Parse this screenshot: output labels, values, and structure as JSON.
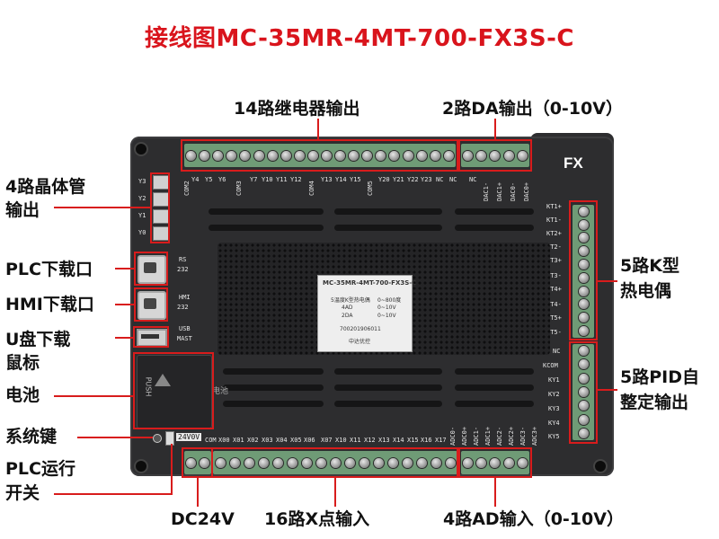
{
  "title": "接线图MC-35MR-4MT-700-FX3S-C",
  "callouts": {
    "relay_out": "14路继电器输出",
    "da_out": "2路DA输出（0-10V）",
    "transistor_out_line1": "4路晶体管",
    "transistor_out_line2": "输出",
    "plc_download": "PLC下载口",
    "hmi_download": "HMI下载口",
    "udisk_line1": "U盘下载",
    "udisk_line2": "鼠标",
    "battery": "电池",
    "system_key": "系统键",
    "plc_run_line1": "PLC运行",
    "plc_run_line2": "开关",
    "thermocouple_line1": "5路K型",
    "thermocouple_line2": "热电偶",
    "pid_line1": "5路PID自",
    "pid_line2": "整定输出",
    "dc24v": "DC24V",
    "x_inputs": "16路X点输入",
    "ad_in": "4路AD输入（0-10V）"
  },
  "device": {
    "brand_block": "FX",
    "top_terminals": [
      "COM2",
      "Y4",
      "Y5",
      "Y6",
      "COM3",
      "Y7",
      "Y10",
      "Y11",
      "Y12",
      "COM4",
      "Y13",
      "Y14",
      "Y15",
      "COM5",
      "Y20",
      "Y21",
      "Y22",
      "Y23",
      "NC",
      "NC"
    ],
    "da_terminals": [
      "DAC1-",
      "DAC1+",
      "DAC0-",
      "DAC0+"
    ],
    "dac_nc": "NC",
    "right_terminals_tc": [
      "KT1+",
      "KT1-",
      "KT2+",
      "KT2-",
      "KT3+",
      "KT3-",
      "KT4+",
      "KT4-",
      "KT5+",
      "KT5-"
    ],
    "right_terminals_pid": [
      "NC",
      "KCOM",
      "KY1",
      "KY2",
      "KY3",
      "KY4",
      "KY5"
    ],
    "bottom_terminals": [
      "COM",
      "X00",
      "X01",
      "X02",
      "X03",
      "X04",
      "X05",
      "X06",
      "X07",
      "X10",
      "X11",
      "X12",
      "X13",
      "X14",
      "X15",
      "X16",
      "X17"
    ],
    "ad_terminals": [
      "ADC0-",
      "ADC0+",
      "ADC1-",
      "ADC1+",
      "ADC2-",
      "ADC2+",
      "ADC3-",
      "ADC3+"
    ],
    "dc_badge": "24V0V",
    "label_model": "MC-35MR-4MT-700-FX3S-C",
    "label_row1_a": "5温度K型热电偶",
    "label_row1_b": "0~800度",
    "label_row2_a": "4AD",
    "label_row2_b": "0~10V",
    "label_row3_a": "2DA",
    "label_row3_b": "0~10V",
    "label_serial": "700201906011",
    "label_maker": "中达优控",
    "battery_text": "电池",
    "battery_push": "PUSH",
    "port_labels": [
      "RS",
      "232",
      "HMI",
      "232",
      "USB",
      "MAST"
    ],
    "tr_labels": [
      "Y3",
      "Y2",
      "Y1",
      "Y0"
    ]
  }
}
